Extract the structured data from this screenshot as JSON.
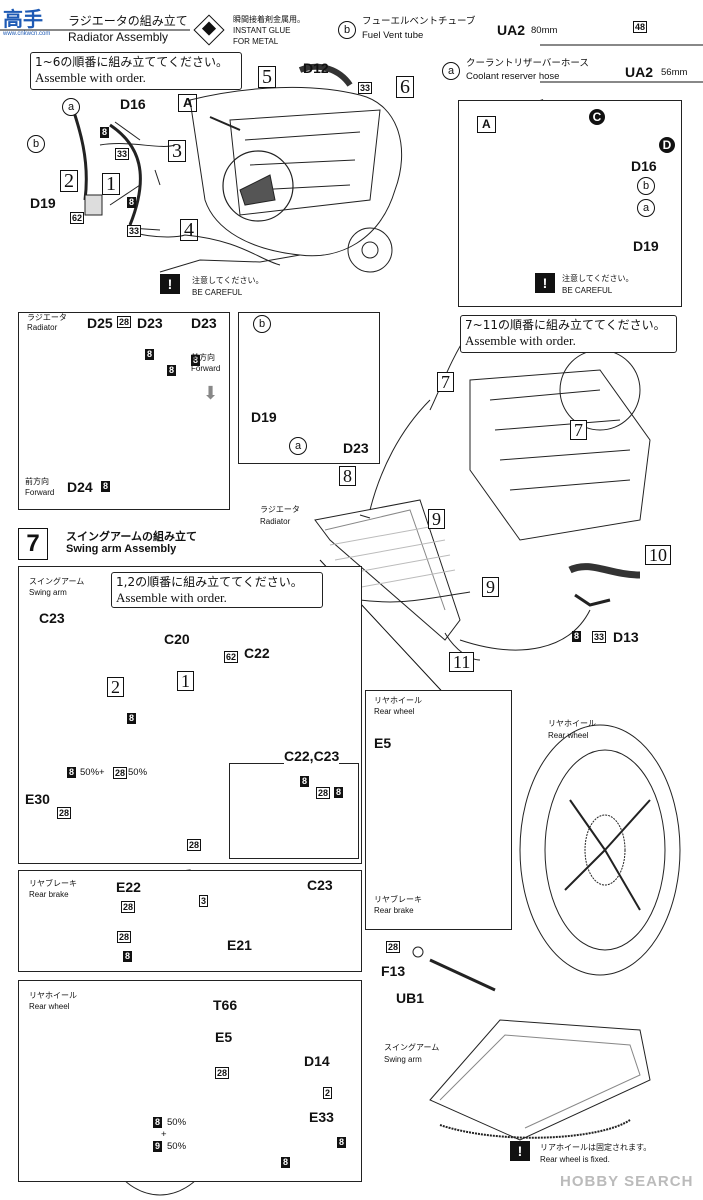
{
  "watermark": {
    "logo": "高手",
    "url": "www.cnkwcn.com",
    "footer": "HOBBY SEARCH"
  },
  "header": {
    "radiator_jp": "ラジエータの組み立て",
    "radiator_en": "Radiator Assembly",
    "glue_jp": "瞬間接着剤金属用。",
    "glue_en1": "INSTANT GLUE",
    "glue_en2": "FOR METAL",
    "fuel_letter": "b",
    "fuel_jp": "フューエルベントチューブ",
    "fuel_en": "Fuel Vent tube",
    "fuel_code": "UA2",
    "fuel_len": "80mm",
    "fuel_ref": "48",
    "cool_letter": "a",
    "cool_jp": "クーラントリザーバーホース",
    "cool_en": "Coolant reserver hose",
    "cool_code": "UA2",
    "cool_len": "56mm"
  },
  "order1": {
    "jp": "1~6の順番に組み立ててください。",
    "en": "Assemble with order."
  },
  "order2": {
    "jp": "7~11の順番に組み立ててください。",
    "en": "Assemble with order."
  },
  "order3": {
    "jp": "1,2の順番に組み立ててください。",
    "en": "Assemble with order."
  },
  "careful": {
    "jp": "注意してください。",
    "en": "BE CAREFUL"
  },
  "step7": {
    "number": "7",
    "jp": "スイングアームの組み立て",
    "en": "Swing arm Assembly"
  },
  "captions": {
    "radiator_jp": "ラジエータ",
    "radiator_en": "Radiator",
    "swing_jp": "スイングアーム",
    "swing_en": "Swing arm",
    "rear_brake_jp": "リヤブレーキ",
    "rear_brake_en": "Rear brake",
    "rear_wheel_jp": "リヤホイール",
    "rear_wheel_en": "Rear wheel",
    "forward_jp": "前方向",
    "forward_en": "Forward",
    "fixed_jp": "リアホイールは固定されます。",
    "fixed_en": "Rear wheel is fixed."
  },
  "parts": {
    "D12": "D12",
    "D16": "D16",
    "D19": "D19",
    "A": "A",
    "C": "C",
    "D": "D",
    "D25": "D25",
    "D23": "D23",
    "D24": "D24",
    "D13": "D13",
    "C23": "C23",
    "C20": "C20",
    "C22": "C22",
    "C22C23": "C22,C23",
    "E30": "E30",
    "E22": "E22",
    "E21": "E21",
    "E5": "E5",
    "T66": "T66",
    "D14": "D14",
    "E33": "E33",
    "F13": "F13",
    "UB1": "UB1",
    "mix": "50%+",
    "pct": "50%"
  },
  "paint": {
    "p8": "8",
    "p33": "33",
    "p62": "62",
    "p28": "28",
    "p3": "3",
    "p2": "2",
    "p9": "9"
  },
  "steps": {
    "s1": "1",
    "s2": "2",
    "s3": "3",
    "s4": "4",
    "s5": "5",
    "s6": "6",
    "s7": "7",
    "s8": "8",
    "s9": "9",
    "s10": "10",
    "s11": "11"
  },
  "letters": {
    "a": "a",
    "b": "b",
    "C": "C",
    "D": "D"
  }
}
